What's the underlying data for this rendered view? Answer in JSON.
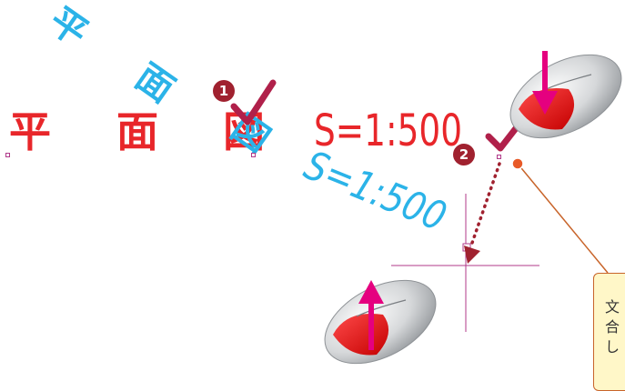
{
  "title_red": [
    "平",
    "面",
    "図"
  ],
  "scale_red": "S=1:500",
  "title_blue": [
    "平",
    "面",
    "図"
  ],
  "scale_blue": "S=1:500",
  "steps": [
    "1",
    "2"
  ],
  "note_lines": [
    "文",
    "合",
    "し"
  ],
  "colors": {
    "red_text": "#e8262a",
    "blue_text": "#2bb3e8",
    "step_badge": "#a0212f",
    "check": "#b0204a",
    "arrow": "#e5007f",
    "guide": "#b03a8a",
    "callout_line": "#c8642a",
    "callout_bg": "#fff7c8"
  },
  "icons": [
    "mouse-icon-down",
    "mouse-icon-up",
    "checkmark-icon",
    "arrow-down-icon",
    "arrow-up-icon"
  ]
}
